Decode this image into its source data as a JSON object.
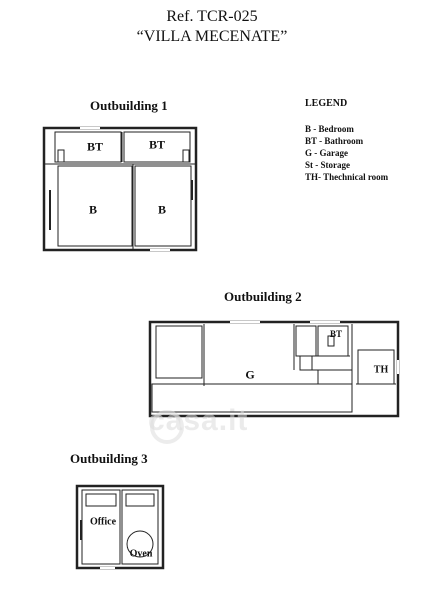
{
  "header": {
    "ref": "Ref. TCR-025",
    "villa": "“VILLA MECENATE”"
  },
  "legend": {
    "title": "LEGEND",
    "items": [
      "B - Bedroom",
      "BT - Bathroom",
      "G - Garage",
      "St - Storage",
      "TH- Thechnical room"
    ]
  },
  "outbuildings": [
    {
      "title": "Outbuilding 1",
      "rooms": [
        "BT",
        "BT",
        "B",
        "B"
      ]
    },
    {
      "title": "Outbuilding 2",
      "rooms": [
        "G",
        "BT",
        "TH"
      ]
    },
    {
      "title": "Outbuilding 3",
      "rooms": [
        "Office",
        "Oven"
      ]
    }
  ],
  "watermark": "casa.it"
}
